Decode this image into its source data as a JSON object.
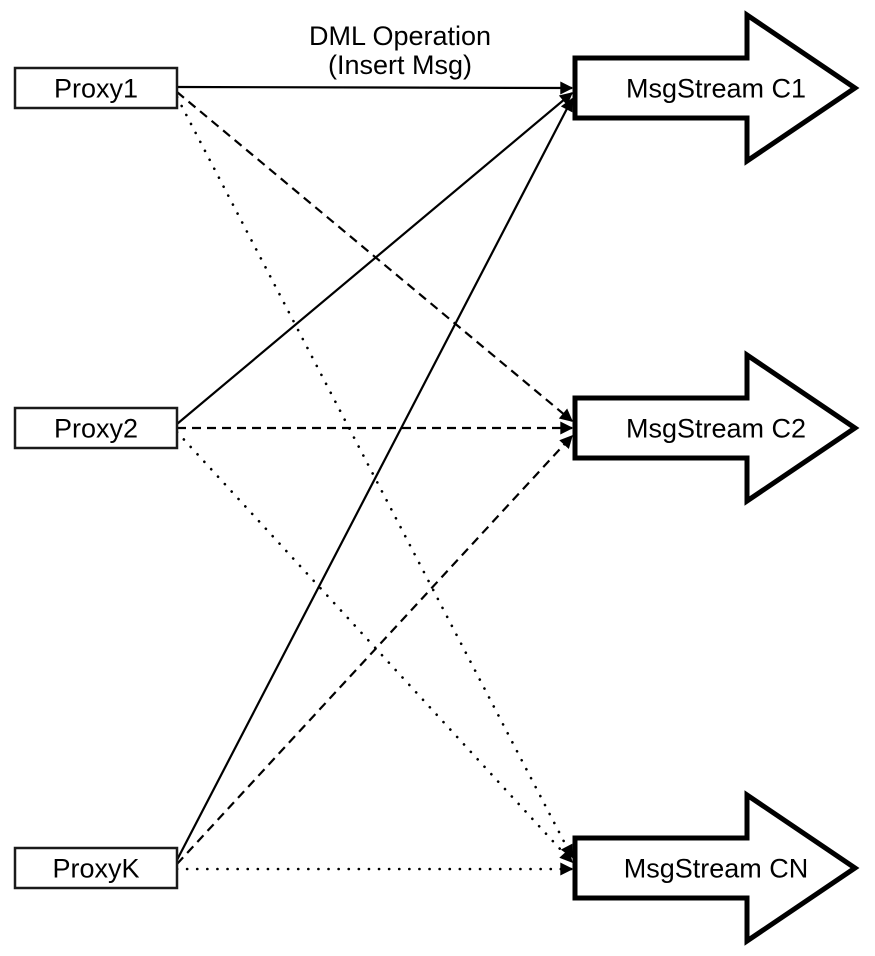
{
  "diagram": {
    "title": {
      "line1": "DML Operation",
      "line2": "(Insert Msg)"
    },
    "proxies": [
      {
        "id": "proxy1",
        "label": "Proxy1"
      },
      {
        "id": "proxy2",
        "label": "Proxy2"
      },
      {
        "id": "proxyk",
        "label": "ProxyK"
      }
    ],
    "streams": [
      {
        "id": "c1",
        "label": "MsgStream C1",
        "incoming_edge_style": "solid"
      },
      {
        "id": "c2",
        "label": "MsgStream C2",
        "incoming_edge_style": "dashed"
      },
      {
        "id": "cn",
        "label": "MsgStream CN",
        "incoming_edge_style": "dotted"
      }
    ],
    "edges": [
      {
        "from": "Proxy1",
        "to": "MsgStream C1",
        "style": "solid",
        "label": "DML Operation (Insert Msg)"
      },
      {
        "from": "Proxy1",
        "to": "MsgStream C2",
        "style": "dashed"
      },
      {
        "from": "Proxy1",
        "to": "MsgStream CN",
        "style": "dotted"
      },
      {
        "from": "Proxy2",
        "to": "MsgStream C1",
        "style": "solid"
      },
      {
        "from": "Proxy2",
        "to": "MsgStream C2",
        "style": "dashed"
      },
      {
        "from": "Proxy2",
        "to": "MsgStream CN",
        "style": "dotted"
      },
      {
        "from": "ProxyK",
        "to": "MsgStream C1",
        "style": "solid"
      },
      {
        "from": "ProxyK",
        "to": "MsgStream C2",
        "style": "dashed"
      },
      {
        "from": "ProxyK",
        "to": "MsgStream CN",
        "style": "dotted"
      }
    ],
    "colors": {
      "line": "#000000",
      "fill": "#ffffff",
      "bg": "#ffffff"
    }
  }
}
